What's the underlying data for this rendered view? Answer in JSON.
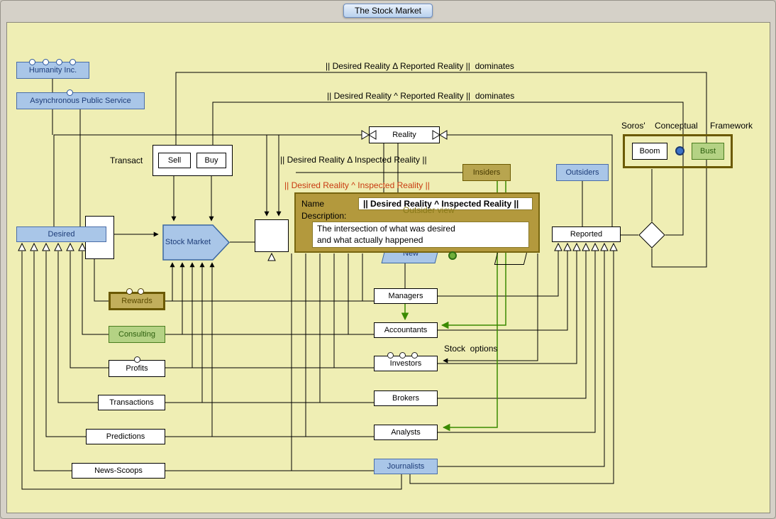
{
  "window": {
    "title": "The Stock Market"
  },
  "labels": {
    "humanity": "Humanity Inc.",
    "aps": "Asynchronous Public Service",
    "reality": "Reality",
    "transact": "Transact",
    "sell": "Sell",
    "buy": "Buy",
    "insiders": "Insiders",
    "outsiders": "Outsiders",
    "desired": "Desired",
    "stock_market": "Stock Market",
    "reported": "Reported",
    "new_view": "New",
    "outsider_view": "Outsider view",
    "rewards": "Rewards",
    "consulting": "Consulting",
    "profits": "Profits",
    "transactions": "Transactions",
    "predictions": "Predictions",
    "news_scoops": "News-Scoops",
    "managers": "Managers",
    "accountants": "Accountants",
    "investors": "Investors",
    "brokers": "Brokers",
    "analysts": "Analysts",
    "journalists": "Journalists",
    "boom": "Boom",
    "bust": "Bust"
  },
  "annotations": {
    "delta_reported": "|| Desired Reality Δ Reported Reality ||  dominates",
    "and_reported": "|| Desired Reality ^ Reported Reality ||  dominates",
    "delta_inspected": "|| Desired Reality Δ Inspected Reality ||",
    "and_inspected": "|| Desired Reality ^ Inspected Reality ||",
    "soros_1": "Soros'",
    "soros_2": "Conceptual",
    "soros_3": "Framework",
    "stock_options": "Stock  options"
  },
  "tooltip": {
    "name_label": "Name",
    "name_value": "|| Desired Reality ^ Inspected Reality ||",
    "description_label": "Description:",
    "description_line1": "The intersection of what was desired",
    "description_line2": "and what actually happened"
  },
  "colors": {
    "canvas": "#efeeb4",
    "node_blue": "#a9c6e8",
    "node_blue_border": "#4a6da8",
    "olive_fill": "#b3993d",
    "olive_border": "#6b5900",
    "green_fill": "#b4d284",
    "green_border": "#4a7d1f",
    "red_text": "#c83a10",
    "edge_green": "#3a8a00"
  }
}
